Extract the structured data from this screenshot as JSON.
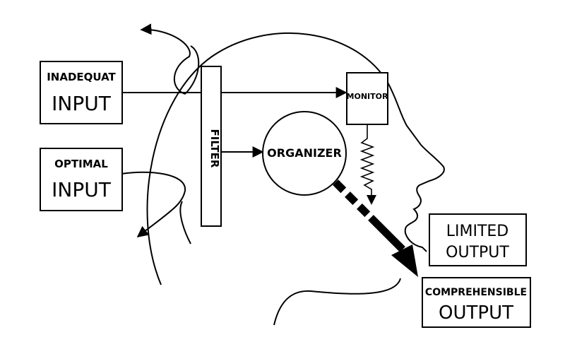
{
  "inputs": {
    "inadequate": {
      "line1": "INADEQUAT",
      "line2": "INPUT"
    },
    "optimal": {
      "line1": "OPTIMAL",
      "line2": "INPUT"
    }
  },
  "filter": {
    "label": "FILTER"
  },
  "monitor": {
    "label": "MONITOR"
  },
  "organizer": {
    "label": "ORGANIZER"
  },
  "outputs": {
    "limited": {
      "line1": "LIMITED",
      "line2": "OUTPUT"
    },
    "comprehensible": {
      "line1": "COMPREHENSIBLE",
      "line2": "OUTPUT"
    }
  }
}
